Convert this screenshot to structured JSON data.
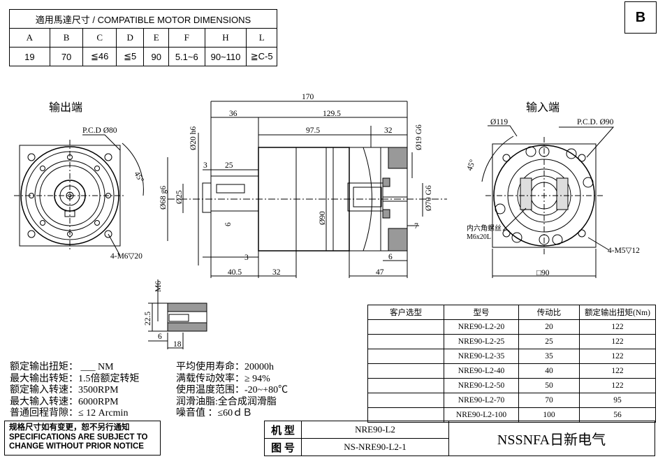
{
  "block_label": "B",
  "dims_table": {
    "title": "適用馬達尺寸 / COMPATIBLE MOTOR DIMENSIONS",
    "headers": [
      "A",
      "B",
      "C",
      "D",
      "E",
      "F",
      "H",
      "L"
    ],
    "values": [
      "19",
      "70",
      "≦46",
      "≦5",
      "90",
      "5.1~6",
      "90~110",
      "≧C-5"
    ]
  },
  "views": {
    "output_label": "输出端",
    "input_label": "输入端"
  },
  "annotations": {
    "pcd_out": "P.C.D Ø80",
    "deg45_left": "45°",
    "holes_out": "4-M6▽20",
    "dia119": "Ø119",
    "pcd_in": "P.C.D. Ø90",
    "deg45_right": "45°",
    "hex_screw_1": "内六角螺丝",
    "hex_screw_2": "M6x20L",
    "holes_in": "4-M5▽12",
    "sq90": "□90",
    "d170": "170",
    "d36": "36",
    "d129_5": "129.5",
    "d97_5": "97.5",
    "d32_top": "32",
    "d20h6": "Ø20 h6",
    "d19g6": "Ø19 G6",
    "d3_top": "3",
    "d25": "25",
    "d68g6": "Ø68 g6",
    "d25dia": "Ø25",
    "d6": "6",
    "d90": "Ø90",
    "d70g6": "Ø70 G6",
    "d7": "7",
    "d6b": "6",
    "d3_bot": "3",
    "d40_5": "40.5",
    "d32_bot": "32",
    "d47": "47",
    "m6": "M6",
    "d22_5": "22.5",
    "d6c": "6",
    "d18": "18"
  },
  "models_table": {
    "headers": [
      "客户选型",
      "型号",
      "传动比",
      "额定输出扭矩(Nm)"
    ],
    "rows": [
      [
        "",
        "NRE90-L2-20",
        "20",
        "122"
      ],
      [
        "",
        "NRE90-L2-25",
        "25",
        "122"
      ],
      [
        "",
        "NRE90-L2-35",
        "35",
        "122"
      ],
      [
        "",
        "NRE90-L2-40",
        "40",
        "122"
      ],
      [
        "",
        "NRE90-L2-50",
        "50",
        "122"
      ],
      [
        "",
        "NRE90-L2-70",
        "70",
        "95"
      ],
      [
        "",
        "NRE90-L2-100",
        "100",
        "56"
      ]
    ]
  },
  "specs_left": [
    "额定输出扭矩：   ___ NM",
    "最大输出转矩：1.5倍额定转矩",
    "额定输入转速：3500RPM",
    "最大输入转速：6000RPM",
    "普通回程背隙：≤ 12 Arcmin"
  ],
  "specs_right": [
    "平均使用寿命：20000h",
    "满载传动效率：≥  94%",
    "使用温度范围：-20~+80℃",
    "润滑油脂:全合成润滑脂",
    "噪音值         ：≤60ｄＢ"
  ],
  "notice": [
    "规格尺寸如有变更，恕不另行通知",
    "SPECIFICATIONS ARE SUBJECT TO",
    "CHANGE WITHOUT PRIOR NOTICE"
  ],
  "title_block": {
    "model_label": "机 型",
    "model_value": "NRE90-L2",
    "drawing_label": "图 号",
    "drawing_value": "NS-NRE90-L2-1",
    "company": "NSSNFA日新电气"
  }
}
